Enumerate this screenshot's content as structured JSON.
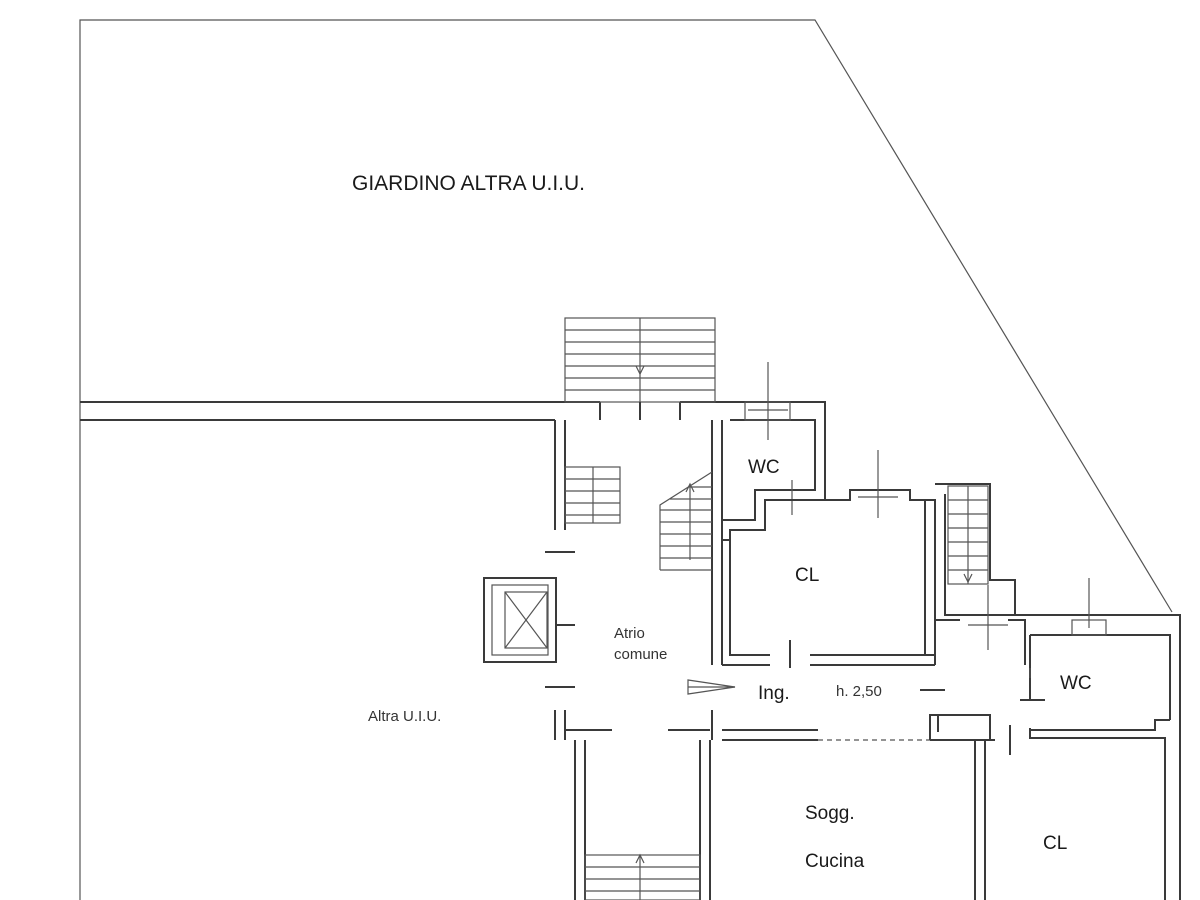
{
  "labels": {
    "garden": "GIARDINO ALTRA U.I.U.",
    "other_unit": "Altra U.I.U.",
    "atrium_line1": "Atrio",
    "atrium_line2": "comune",
    "wc_upper": "WC",
    "cl_upper": "CL",
    "entrance": "Ing.",
    "height": "h. 2,50",
    "wc_right": "WC",
    "living_line1": "Sogg.",
    "living_line2": "Cucina",
    "cl_lower": "CL"
  }
}
